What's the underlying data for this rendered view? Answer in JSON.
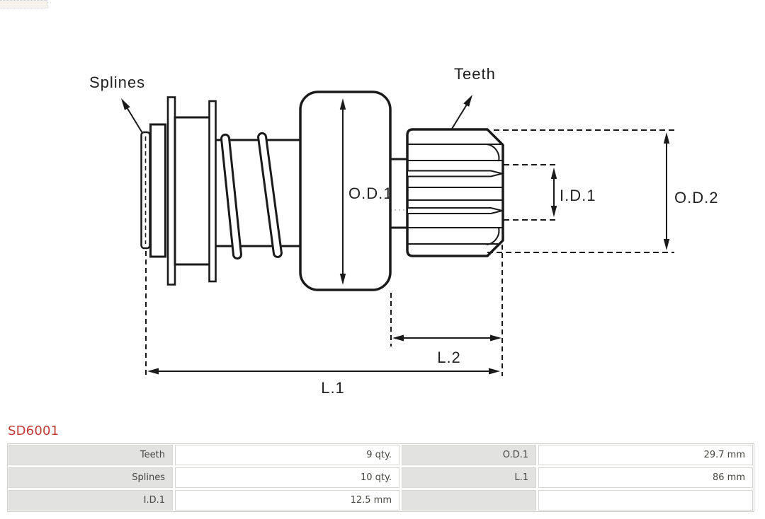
{
  "part_number": "SD6001",
  "diagram": {
    "labels": {
      "splines": "Splines",
      "teeth": "Teeth",
      "od1": "O.D.1",
      "id1": "I.D.1",
      "od2": "O.D.2",
      "l2": "L.2",
      "l1": "L.1"
    }
  },
  "spec_table": {
    "rows": [
      {
        "label1": "Teeth",
        "value1": "9 qty.",
        "label2": "O.D.1",
        "value2": "29.7 mm"
      },
      {
        "label1": "Splines",
        "value1": "10 qty.",
        "label2": "L.1",
        "value2": "86 mm"
      },
      {
        "label1": "I.D.1",
        "value1": "12.5 mm",
        "label2": "",
        "value2": ""
      }
    ]
  },
  "colors": {
    "part_number": "#c23a36",
    "drawing_line": "#1a1a1a",
    "table_label_bg": "#e2e2e0",
    "table_border": "#d6d6d3",
    "table_text": "#474640"
  }
}
